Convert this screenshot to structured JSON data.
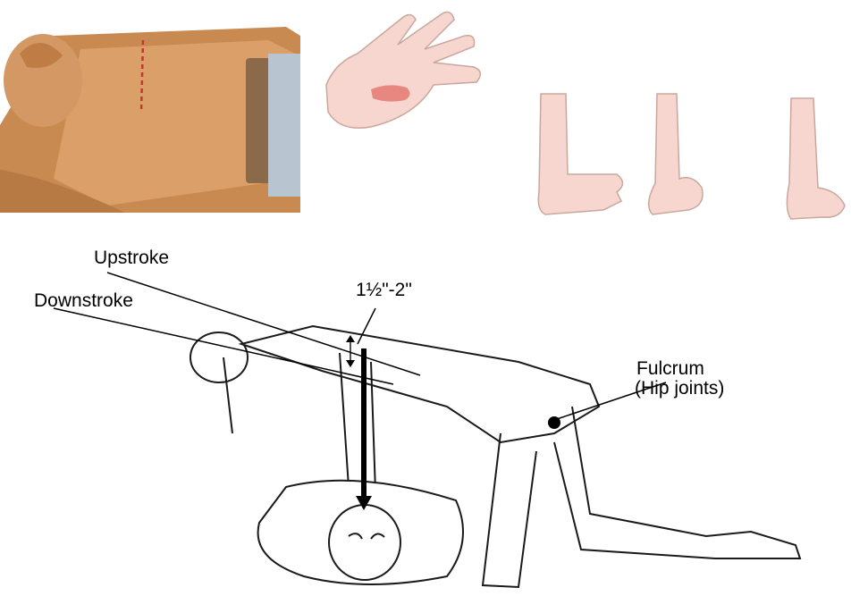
{
  "labels": {
    "upstroke": "Upstroke",
    "downstroke": "Downstroke",
    "depth": "1½\"-2\"",
    "fulcrum_line1": "Fulcrum",
    "fulcrum_line2": "(Hip joints)"
  },
  "colors": {
    "skin_dark": "#d79a5e",
    "skin_light": "#f6d6cf",
    "palm_mark": "#e8877f",
    "line_art": "#1a1a1a",
    "marker": "#c0392b"
  }
}
